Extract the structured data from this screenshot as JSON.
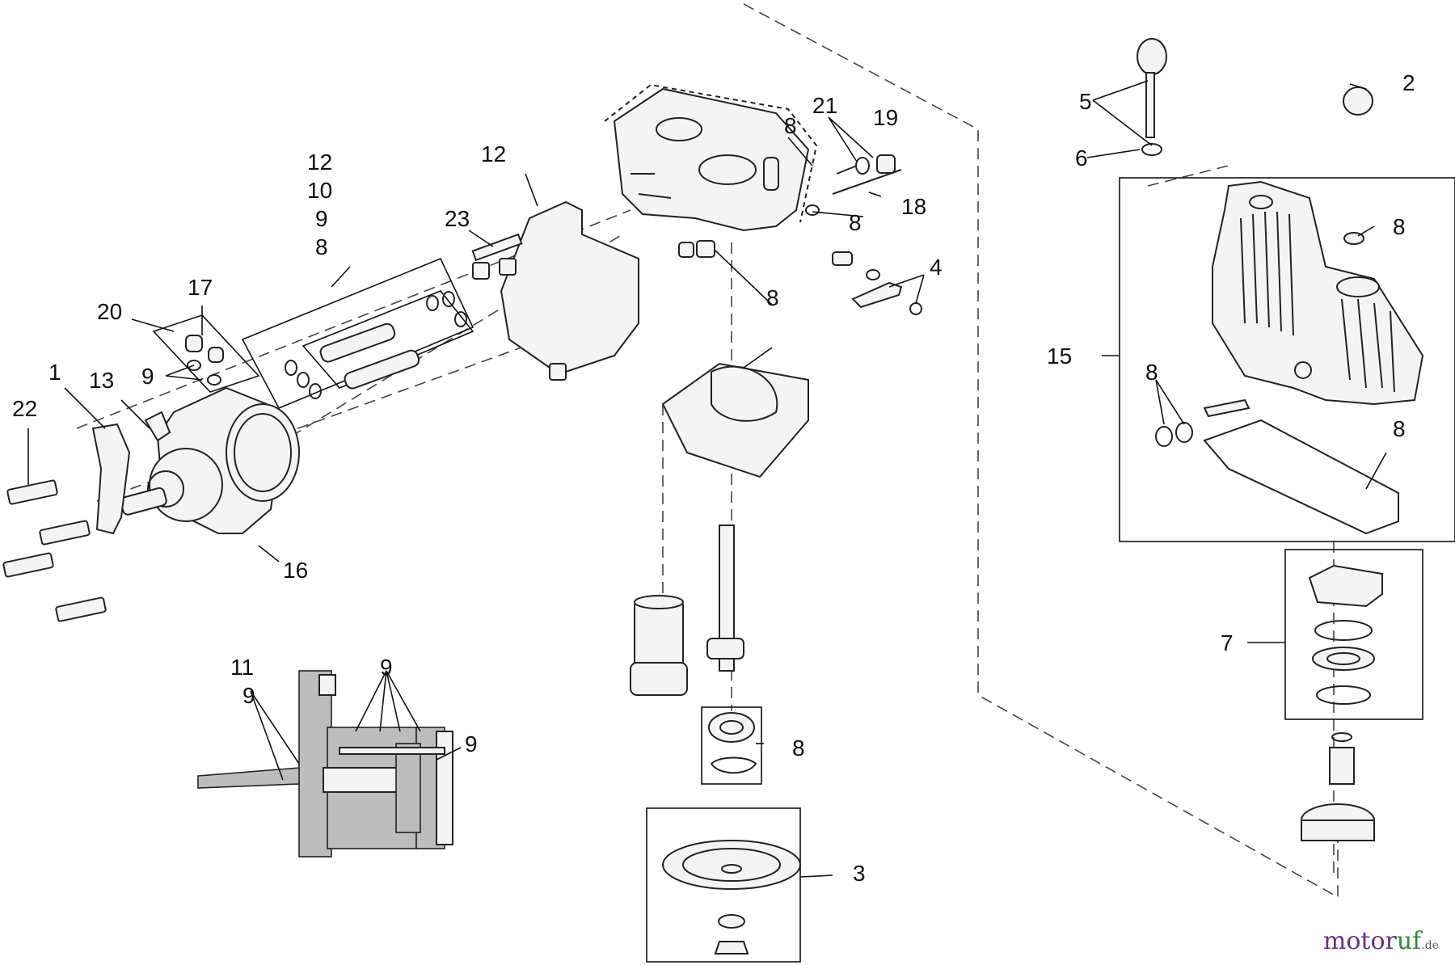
{
  "callouts": {
    "c1": "1",
    "c2": "2",
    "c3": "3",
    "c4": "4",
    "c5": "5",
    "c6": "6",
    "c7": "7",
    "c8a": "8",
    "c8b": "8",
    "c8c": "8",
    "c8d": "8",
    "c8e": "8",
    "c8f": "8",
    "c8g": "8",
    "c8h": "8",
    "c9a": "9",
    "c9b": "9",
    "c9c": "9",
    "c9d": "9",
    "c9e": "9",
    "c10": "10",
    "c11": "11",
    "c12a": "12",
    "c12b": "12",
    "c13": "13",
    "c15": "15",
    "c16": "16",
    "c17": "17",
    "c18": "18",
    "c19": "19",
    "c20": "20",
    "c21": "21",
    "c22": "22",
    "c23": "23"
  },
  "watermark": {
    "brand_a": "motor",
    "brand_b": "uf",
    "suffix": ".de"
  }
}
